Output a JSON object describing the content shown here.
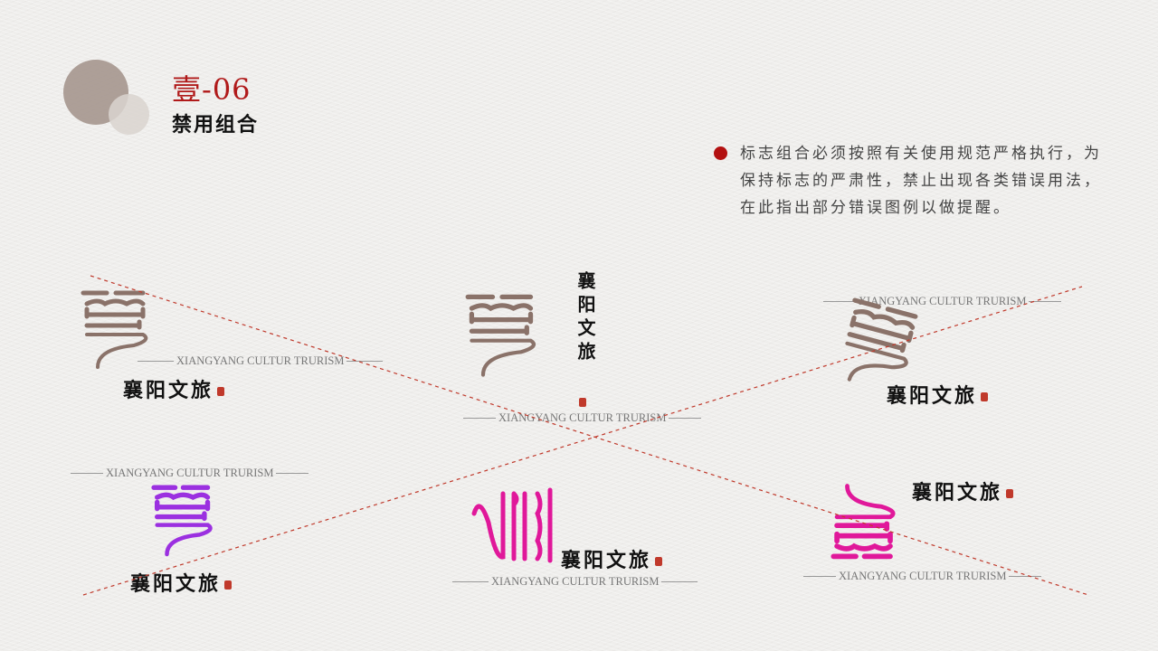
{
  "header": {
    "section_number": "壹-06",
    "section_title": "禁用组合"
  },
  "description": {
    "text": "标志组合必须按照有关使用规范严格执行，为保持标志的严肃性，禁止出现各类错误用法，在此指出部分错误图例以做提醒。"
  },
  "colors": {
    "accent_red": "#b01a1a",
    "logo_brown": "#8a7269",
    "logo_purple": "#9b30e0",
    "logo_magenta": "#e0189a",
    "cross_line": "#c0392b"
  },
  "logo": {
    "cn_name": "襄阳文旅",
    "en_name": "XIANGYANG CULTUR TRURISM"
  },
  "examples": [
    {
      "id": "wrong-1",
      "color": "brown",
      "layout": "mark-left, english-line-overlap, chinese-below"
    },
    {
      "id": "wrong-2",
      "color": "brown",
      "layout": "chinese-vertical-right, english-bottom"
    },
    {
      "id": "wrong-3",
      "color": "brown",
      "layout": "mark-rotated, english-top"
    },
    {
      "id": "wrong-4",
      "color": "purple",
      "layout": "english-top, chinese-below"
    },
    {
      "id": "wrong-5",
      "color": "magenta",
      "layout": "mark-rotated-90, chinese-right"
    },
    {
      "id": "wrong-6",
      "color": "magenta",
      "layout": "mark-upside-down, chinese-top-right"
    }
  ]
}
